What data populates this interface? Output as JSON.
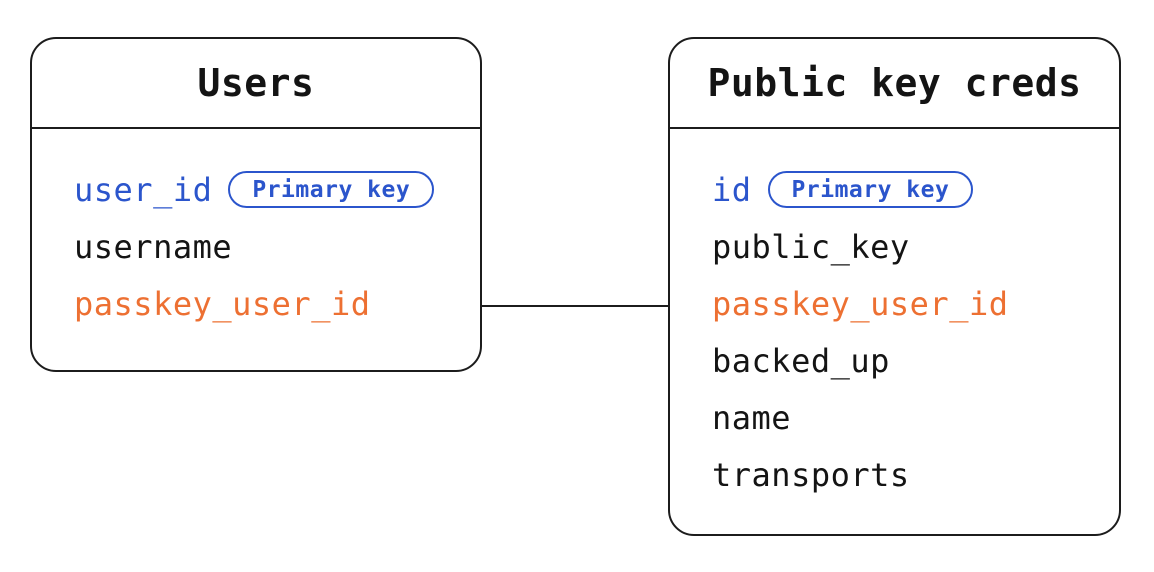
{
  "colors": {
    "blue": "#2b55cc",
    "orange": "#ed7032",
    "black": "#141414",
    "border": "#1c1c1c",
    "background": "#ffffff"
  },
  "diagram_type": "entity-relationship",
  "tables": [
    {
      "id": "users",
      "title": "Users",
      "fields": [
        {
          "name": "user_id",
          "color": "blue",
          "badge": "Primary key"
        },
        {
          "name": "username",
          "color": "black"
        },
        {
          "name": "passkey_user_id",
          "color": "orange"
        }
      ]
    },
    {
      "id": "public-key-creds",
      "title": "Public key creds",
      "fields": [
        {
          "name": "id",
          "color": "blue",
          "badge": "Primary key"
        },
        {
          "name": "public_key",
          "color": "black"
        },
        {
          "name": "passkey_user_id",
          "color": "orange"
        },
        {
          "name": "backed_up",
          "color": "black"
        },
        {
          "name": "name",
          "color": "black"
        },
        {
          "name": "transports",
          "color": "black"
        }
      ]
    }
  ],
  "relationships": [
    {
      "from_table": "Users",
      "from_field": "passkey_user_id",
      "to_table": "Public key creds",
      "to_field": "passkey_user_id",
      "style": "plain-line"
    }
  ]
}
